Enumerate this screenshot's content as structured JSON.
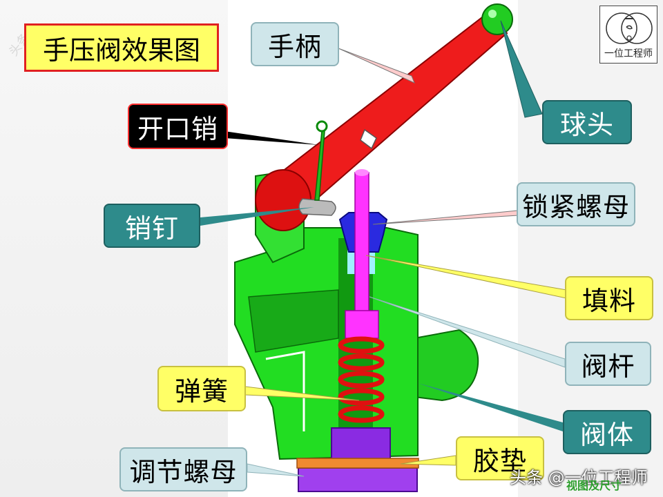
{
  "title": "手压阀效果图",
  "labels": {
    "handle": "手柄",
    "ball_head": "球头",
    "cotter_pin": "开口销",
    "pin": "销钉",
    "lock_nut": "锁紧螺母",
    "packing": "填料",
    "valve_stem": "阀杆",
    "spring": "弹簧",
    "valve_body": "阀体",
    "adjust_nut": "调节螺母",
    "gasket": "胶垫"
  },
  "logo": {
    "name": "一位工程师"
  },
  "watermark": {
    "text": "头条 @一位工程师",
    "subtext": "视图及尺寸",
    "diag_text": "头条号"
  },
  "colors": {
    "teal_label": "#2e8b8b",
    "light_label": "#cfe6ea",
    "yellow_label": "#ffff66",
    "body_green": "#22dd22",
    "handle_red": "#ee1c1c",
    "stem_magenta": "#ff33ff",
    "nut_blue": "#2a2ae0",
    "adjust_purple": "#8a2be2",
    "gasket_orange": "#f08a30"
  }
}
